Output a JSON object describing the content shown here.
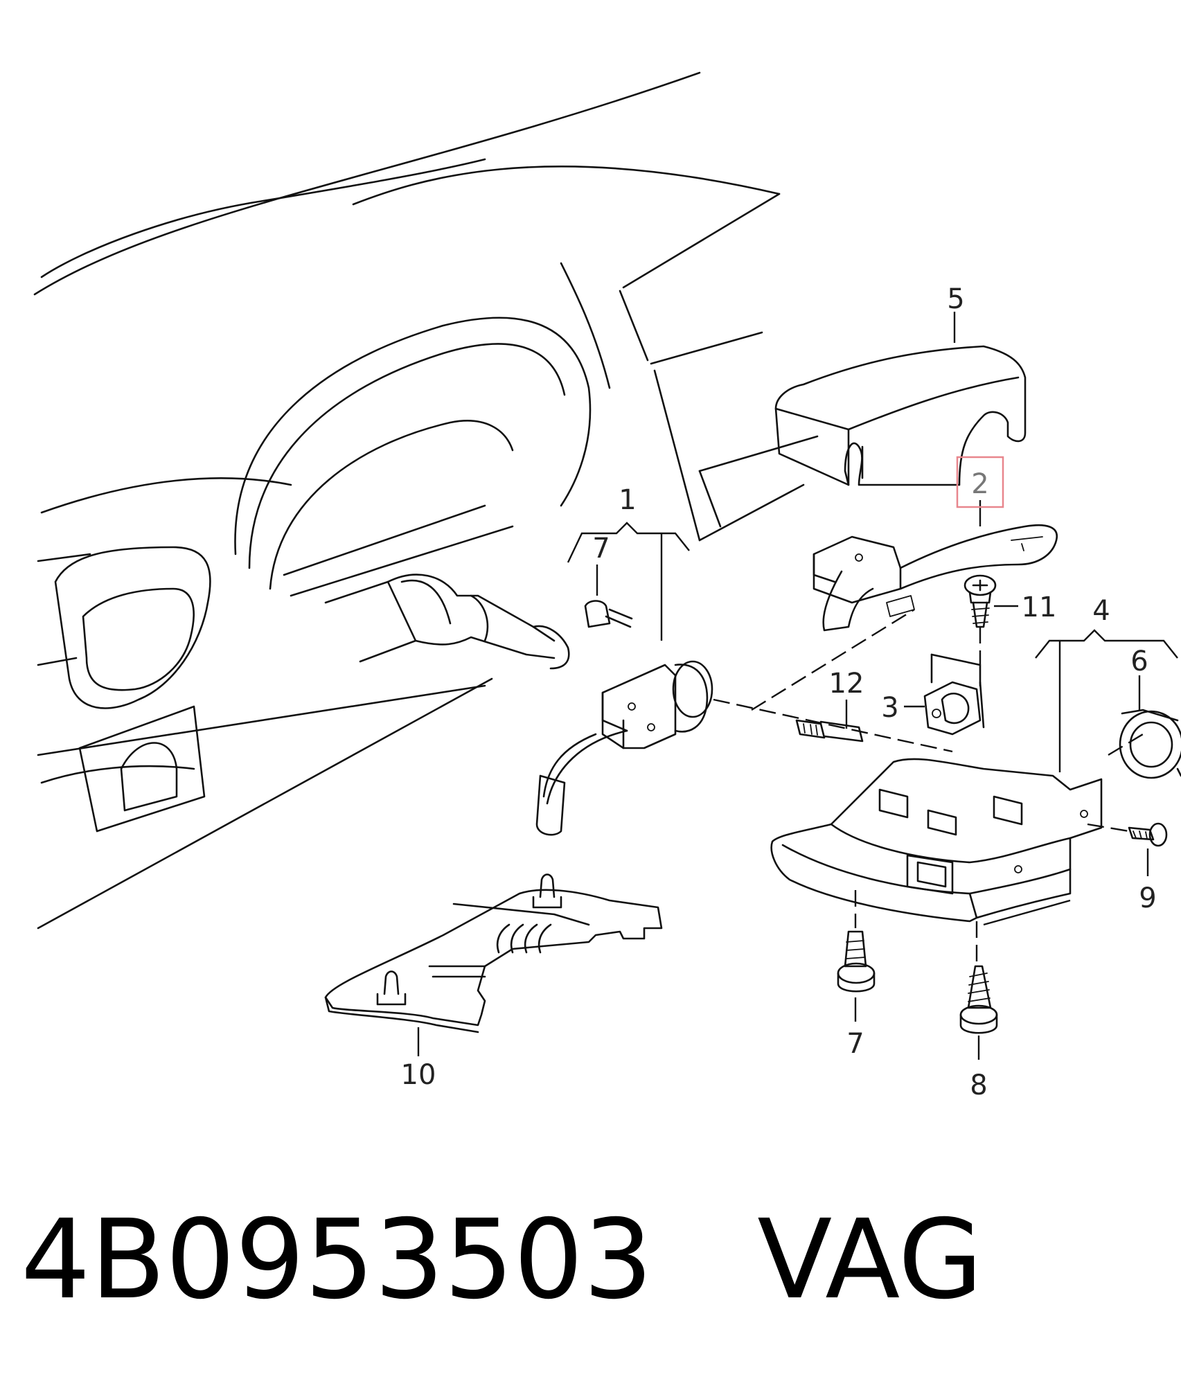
{
  "callouts": {
    "c1": "1",
    "c2": "2",
    "c3": "3",
    "c4": "4",
    "c5": "5",
    "c6": "6",
    "c7_left": "7",
    "c7_bottom": "7",
    "c8": "8",
    "c9": "9",
    "c10": "10",
    "c11": "11",
    "c12": "12"
  },
  "highlighted_callout": "2",
  "colors": {
    "linework": "#111111",
    "highlight_box": "#e8868d",
    "background": "#ffffff"
  },
  "caption": {
    "part_number": "4B0953503",
    "brand": "VAG"
  }
}
